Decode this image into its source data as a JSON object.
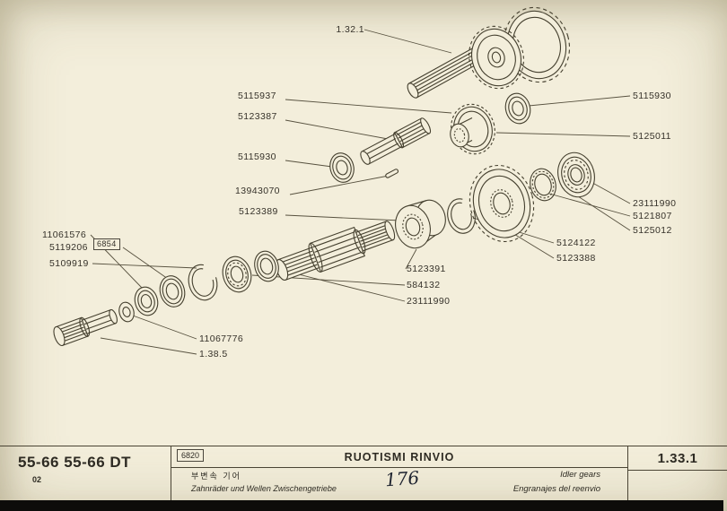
{
  "page": {
    "background": "#f3eedb",
    "ink": "#45402f",
    "bottom_bar_color": "#0d0c0a"
  },
  "diagram": {
    "labels": [
      {
        "text": "1.32.1"
      },
      {
        "text": "5115937"
      },
      {
        "text": "5123387"
      },
      {
        "text": "5115930"
      },
      {
        "text": "13943070"
      },
      {
        "text": "5123389"
      },
      {
        "text": "11061576"
      },
      {
        "text": "5119206"
      },
      {
        "text": "6854"
      },
      {
        "text": "5109919"
      },
      {
        "text": "5115930"
      },
      {
        "text": "5125011"
      },
      {
        "text": "23111990"
      },
      {
        "text": "5121807"
      },
      {
        "text": "5125012"
      },
      {
        "text": "5124122"
      },
      {
        "text": "5123388"
      },
      {
        "text": "5123391"
      },
      {
        "text": "584132"
      },
      {
        "text": "23111990"
      },
      {
        "text": "11067776"
      },
      {
        "text": "1.38.5"
      }
    ]
  },
  "footer": {
    "model": "55-66 55-66 DT",
    "edition": "02",
    "form_code": "6820",
    "title_korean": "부변속 기어",
    "title_german": "Zahnräder und Wellen Zwischengetriebe",
    "title_italian": "RUOTISMI RINVIO",
    "page_handwritten": "176",
    "title_english": "Idler gears",
    "title_spanish": "Engranajes del reenvio",
    "section_code": "1.33.1"
  }
}
